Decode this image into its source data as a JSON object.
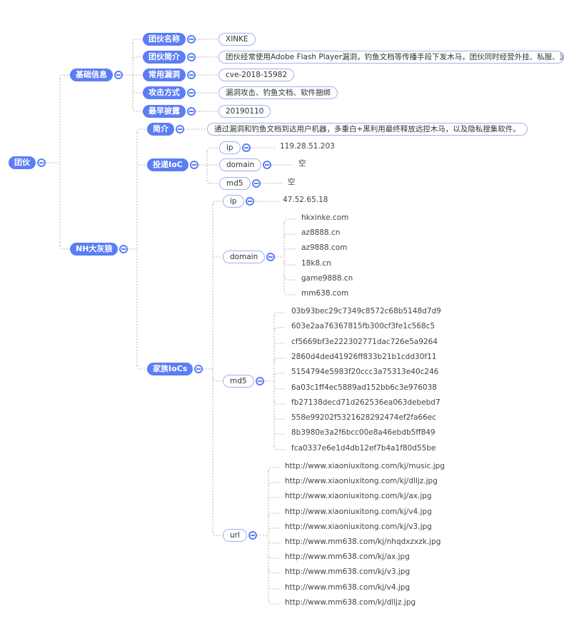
{
  "mindmap": {
    "root": "团伙",
    "basic": {
      "label": "基础信息",
      "items": [
        {
          "label": "团伙名称",
          "value": "XINKE"
        },
        {
          "label": "团伙简介",
          "value": "团伙经常使用Adobe Flash Player漏洞，钓鱼文档等传播手段下发木马，团伙同时经营外挂、私服、流量劫持、"
        },
        {
          "label": "常用漏洞",
          "value": "cve-2018-15982"
        },
        {
          "label": "攻击方式",
          "value": "漏洞攻击、钓鱼文档、软件捆绑"
        },
        {
          "label": "最早披露",
          "value": "20190110"
        }
      ]
    },
    "nh": {
      "label": "NH大灰狼",
      "intro": {
        "label": "简介",
        "value": "通过漏洞和钓鱼文档到达用户机器，多重白+黑利用最终释放远控木马，以及隐私搜集软件。"
      },
      "delivery": {
        "label": "投递IoC",
        "ip": {
          "label": "ip",
          "value": "119.28.51.203"
        },
        "domain": {
          "label": "domain",
          "value": "空"
        },
        "md5": {
          "label": "md5",
          "value": "空"
        }
      },
      "family": {
        "label": "家族IoCs",
        "ip": {
          "label": "ip",
          "value": "47.52.65.18"
        },
        "domain": {
          "label": "domain",
          "values": [
            "hkxinke.com",
            "az8888.cn",
            "az9888.com",
            "18k8.cn",
            "game9888.cn",
            "mm638.com"
          ]
        },
        "md5": {
          "label": "md5",
          "values": [
            "03b93bec29c7349c8572c68b5148d7d9",
            "603e2aa76367815fb300cf3fe1c568c5",
            "cf5669bf3e222302771dac726e5a9264",
            "2860d4ded41926ff833b21b1cdd30f11",
            "5154794e5983f20ccc3a75313e40c246",
            "6a03c1ff4ec5889ad152bb6c3e976038",
            "fb27138decd71d262536ea063debebd7",
            "558e99202f5321628292474ef2fa66ec",
            "8b3980e3a2f6bcc00e8a46ebdb5ff849",
            "fca0337e6e1d4db12ef7b4a1f80d55be"
          ]
        },
        "url": {
          "label": "url",
          "values": [
            "http://www.xiaoniuxitong.com/kj/music.jpg",
            "http://www.xiaoniuxitong.com/kj/dlljz.jpg",
            "http://www.xiaoniuxitong.com/kj/ax.jpg",
            "http://www.xiaoniuxitong.com/kj/v4.jpg",
            "http://www.xiaoniuxitong.com/kj/v3.jpg",
            "http://www.mm638.com/kj/nhqdxzxzk.jpg",
            "http://www.mm638.com/kj/ax.jpg",
            "http://www.mm638.com/kj/v3.jpg",
            "http://www.mm638.com/kj/v4.jpg",
            "http://www.mm638.com/kj/dlljz.jpg"
          ]
        }
      }
    }
  }
}
